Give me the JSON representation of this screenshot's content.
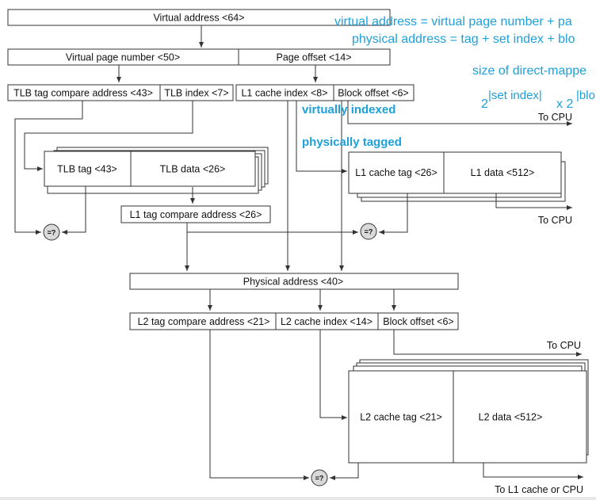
{
  "fields": {
    "virtual_address": "Virtual address <64>",
    "virtual_page_number": "Virtual page number <50>",
    "page_offset": "Page offset  <14>",
    "tlb_tag_compare": "TLB tag compare address <43>",
    "tlb_index": "TLB index <7>",
    "l1_cache_index": "L1 cache index <8>",
    "block_offset_l1": "Block offset <6>",
    "tlb_tag": "TLB tag <43>",
    "tlb_data": "TLB data <26>",
    "l1_tag_compare": "L1 tag compare address <26>",
    "l1_cache_tag": "L1 cache tag <26>",
    "l1_data": "L1 data <512>",
    "physical_address": "Physical address <40>",
    "l2_tag_compare": "L2 tag compare address <21>",
    "l2_cache_index": "L2 cache index <14>",
    "block_offset_l2": "Block offset  <6>",
    "l2_cache_tag": "L2 cache tag <21>",
    "l2_data": "L2 data <512>"
  },
  "outputs": {
    "to_cpu_1": "To CPU",
    "to_cpu_2": "To CPU",
    "to_cpu_3": "To CPU",
    "to_l1_or_cpu": "To L1 cache or CPU"
  },
  "comparators": {
    "symbol": "=?"
  },
  "annotations": {
    "virtual_address_eq": "virtual address = virtual page number + pa",
    "physical_address_eq": "physical address = tag + set index + blo",
    "size_direct_mapped": "size of direct-mappe",
    "pow_base1": "2",
    "pow_exp1": "|set index|",
    "pow_times": "x 2",
    "pow_exp2": "|blo",
    "virtually_indexed": "virtually indexed",
    "physically_tagged": "physically tagged"
  },
  "colors": {
    "annotation": "#1ea0dc",
    "line": "#333333",
    "comparator_fill": "#d9d9d9"
  }
}
